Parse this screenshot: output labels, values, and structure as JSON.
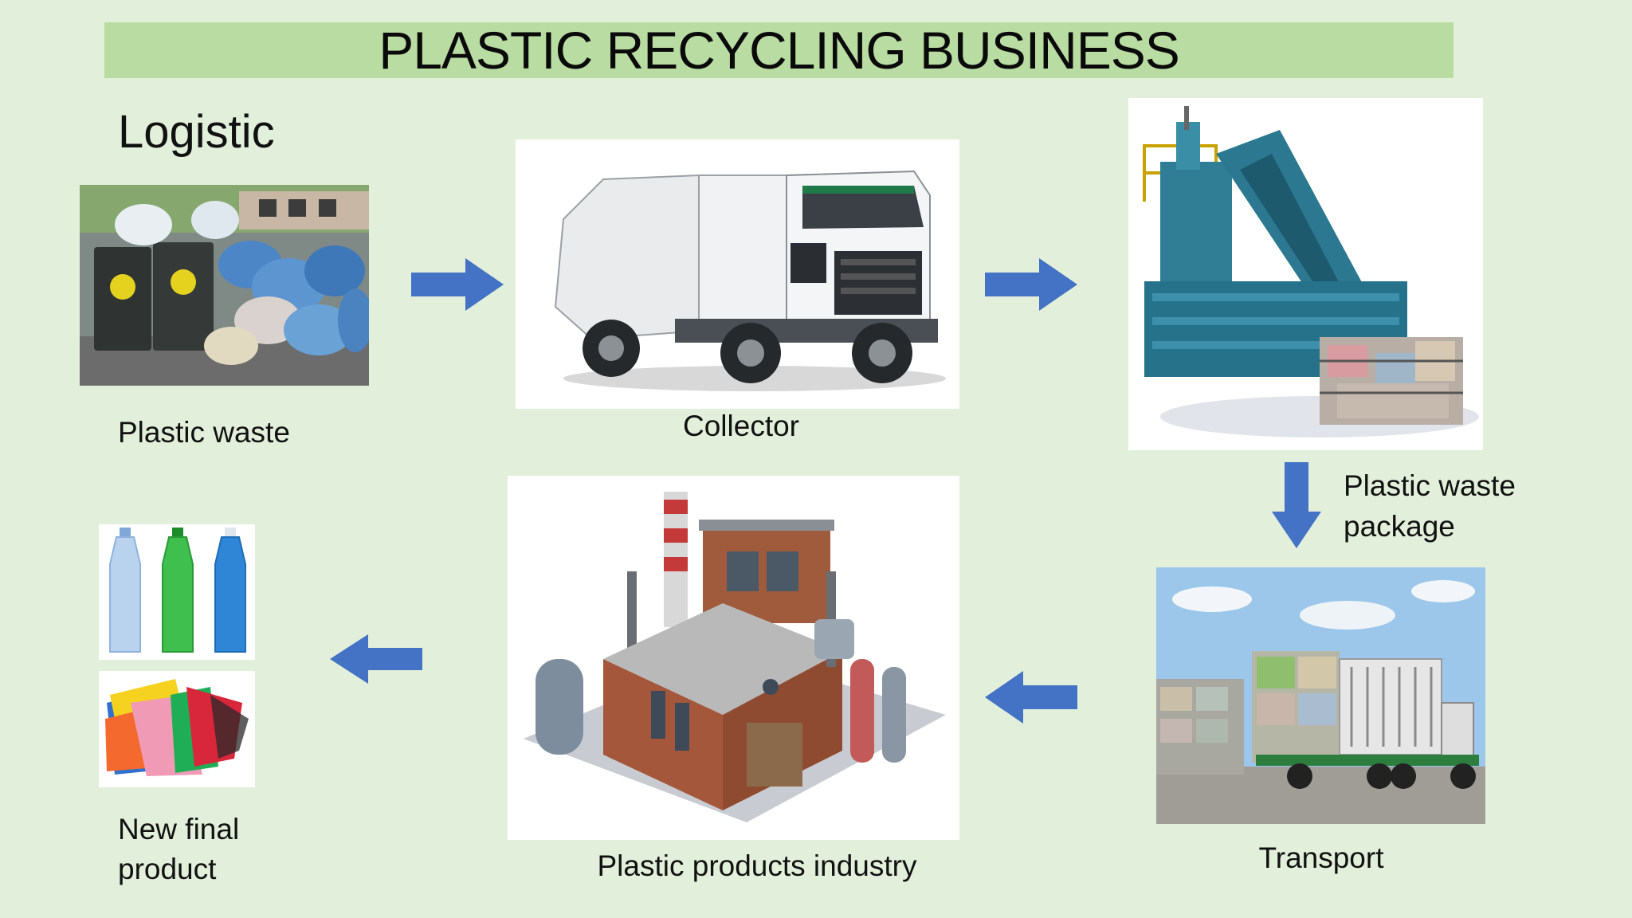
{
  "title": "PLASTIC RECYCLING BUSINESS",
  "heading": "Logistic",
  "steps": {
    "plastic_waste": {
      "label": "Plastic waste",
      "image_icon": "garbage-bins-with-plastic-bags-photo"
    },
    "collector": {
      "label": "Collector",
      "image_icon": "garbage-truck-photo"
    },
    "baler": {
      "label_line1": "Plastic waste",
      "label_line2": "package",
      "image_icon": "baling-machine-photo"
    },
    "transport": {
      "label": "Transport",
      "image_icon": "truck-loaded-with-bales-photo"
    },
    "industry": {
      "label": "Plastic products industry",
      "image_icon": "factory-illustration"
    },
    "final_product": {
      "label_line1": "New final",
      "label_line2": "product",
      "image_icons": [
        "plastic-bottles-photo",
        "plastic-folders-photo"
      ]
    }
  },
  "arrows": [
    "arrow-right",
    "arrow-right",
    "arrow-down",
    "arrow-left",
    "arrow-left"
  ],
  "colors": {
    "background": "#e2efda",
    "title_bar": "#b9dca2",
    "arrow": "#4472c4",
    "text": "#111111"
  }
}
